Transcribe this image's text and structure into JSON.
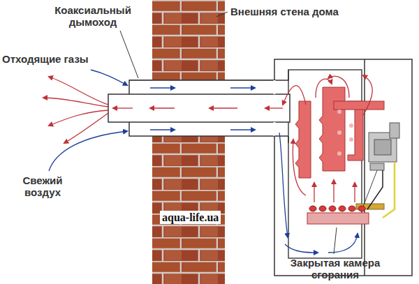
{
  "diagram": {
    "labels": [
      "Коаксиальный дымоход",
      "Внешняя стена дома",
      "Отходящие газы",
      "Свежий воздух",
      "aqua-life.ua",
      "Закрытая камера сгорания"
    ]
  }
}
